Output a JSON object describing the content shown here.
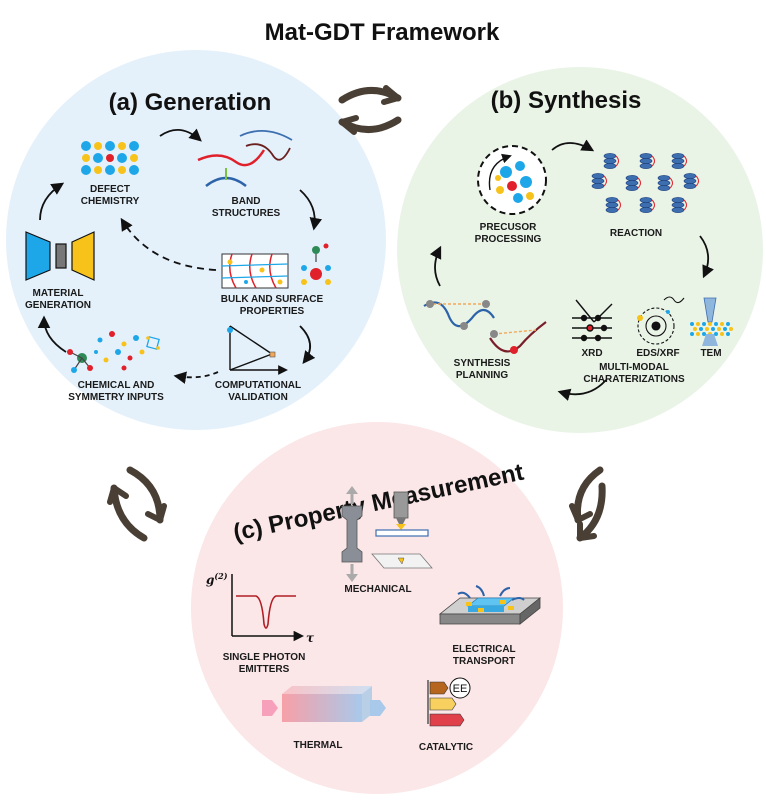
{
  "title": "Mat-GDT Framework",
  "sections": {
    "generation": {
      "title": "(a) Generation",
      "color": "#e4f1fb",
      "nodes": {
        "defect_chemistry": [
          "DEFECT",
          "CHEMISTRY"
        ],
        "band_structures": [
          "BAND",
          "STRUCTURES"
        ],
        "bulk_surface": [
          "BULK AND SURFACE",
          "PROPERTIES"
        ],
        "computational_validation": [
          "COMPUTATIONAL",
          "VALIDATION"
        ],
        "chemical_symmetry": [
          "CHEMICAL AND",
          "SYMMETRY INPUTS"
        ],
        "material_generation": [
          "MATERIAL",
          "GENERATION"
        ]
      }
    },
    "synthesis": {
      "title": "(b) Synthesis",
      "color": "#e9f4e7",
      "nodes": {
        "precursor_processing": [
          "PRECUSOR",
          "PROCESSING"
        ],
        "reaction": [
          "REACTION"
        ],
        "multimodal": [
          "MULTI-MODAL",
          "CHARATERIZATIONS"
        ],
        "xrd": "XRD",
        "eds_xrf": "EDS/XRF",
        "tem": "TEM",
        "synthesis_planning": [
          "SYNTHESIS",
          "PLANNING"
        ]
      }
    },
    "property": {
      "title": "(c) Property Measurement",
      "color": "#fbe6e8",
      "nodes": {
        "mechanical": [
          "MECHANICAL"
        ],
        "single_photon": [
          "SINGLE PHOTON",
          "EMITTERS"
        ],
        "electrical": [
          "ELECTRICAL",
          "TRANSPORT"
        ],
        "thermal": [
          "THERMAL"
        ],
        "catalytic": [
          "CATALYTIC"
        ],
        "ee_badge": "EE",
        "g2_label": "g",
        "g2_sup": "(2)",
        "tau_label": "τ"
      }
    }
  },
  "colors": {
    "blue": "#1ea7e8",
    "yellow": "#f7c21a",
    "red": "#e0202a",
    "green": "#2e8b57",
    "arrow": "#4a3f35",
    "dark": "#111111"
  },
  "icons": [
    "cycle-arrows-icon",
    "defect-lattice-icon",
    "band-structure-icon",
    "bulk-surface-icon",
    "validation-plot-icon",
    "chemical-inputs-icon",
    "generation-model-icon",
    "precursor-icon",
    "reaction-coils-icon",
    "xrd-icon",
    "eds-icon",
    "tem-icon",
    "planning-curve-icon",
    "tensile-icon",
    "g2-plot-icon",
    "device-chip-icon",
    "thermal-bar-icon",
    "energy-label-icon"
  ]
}
